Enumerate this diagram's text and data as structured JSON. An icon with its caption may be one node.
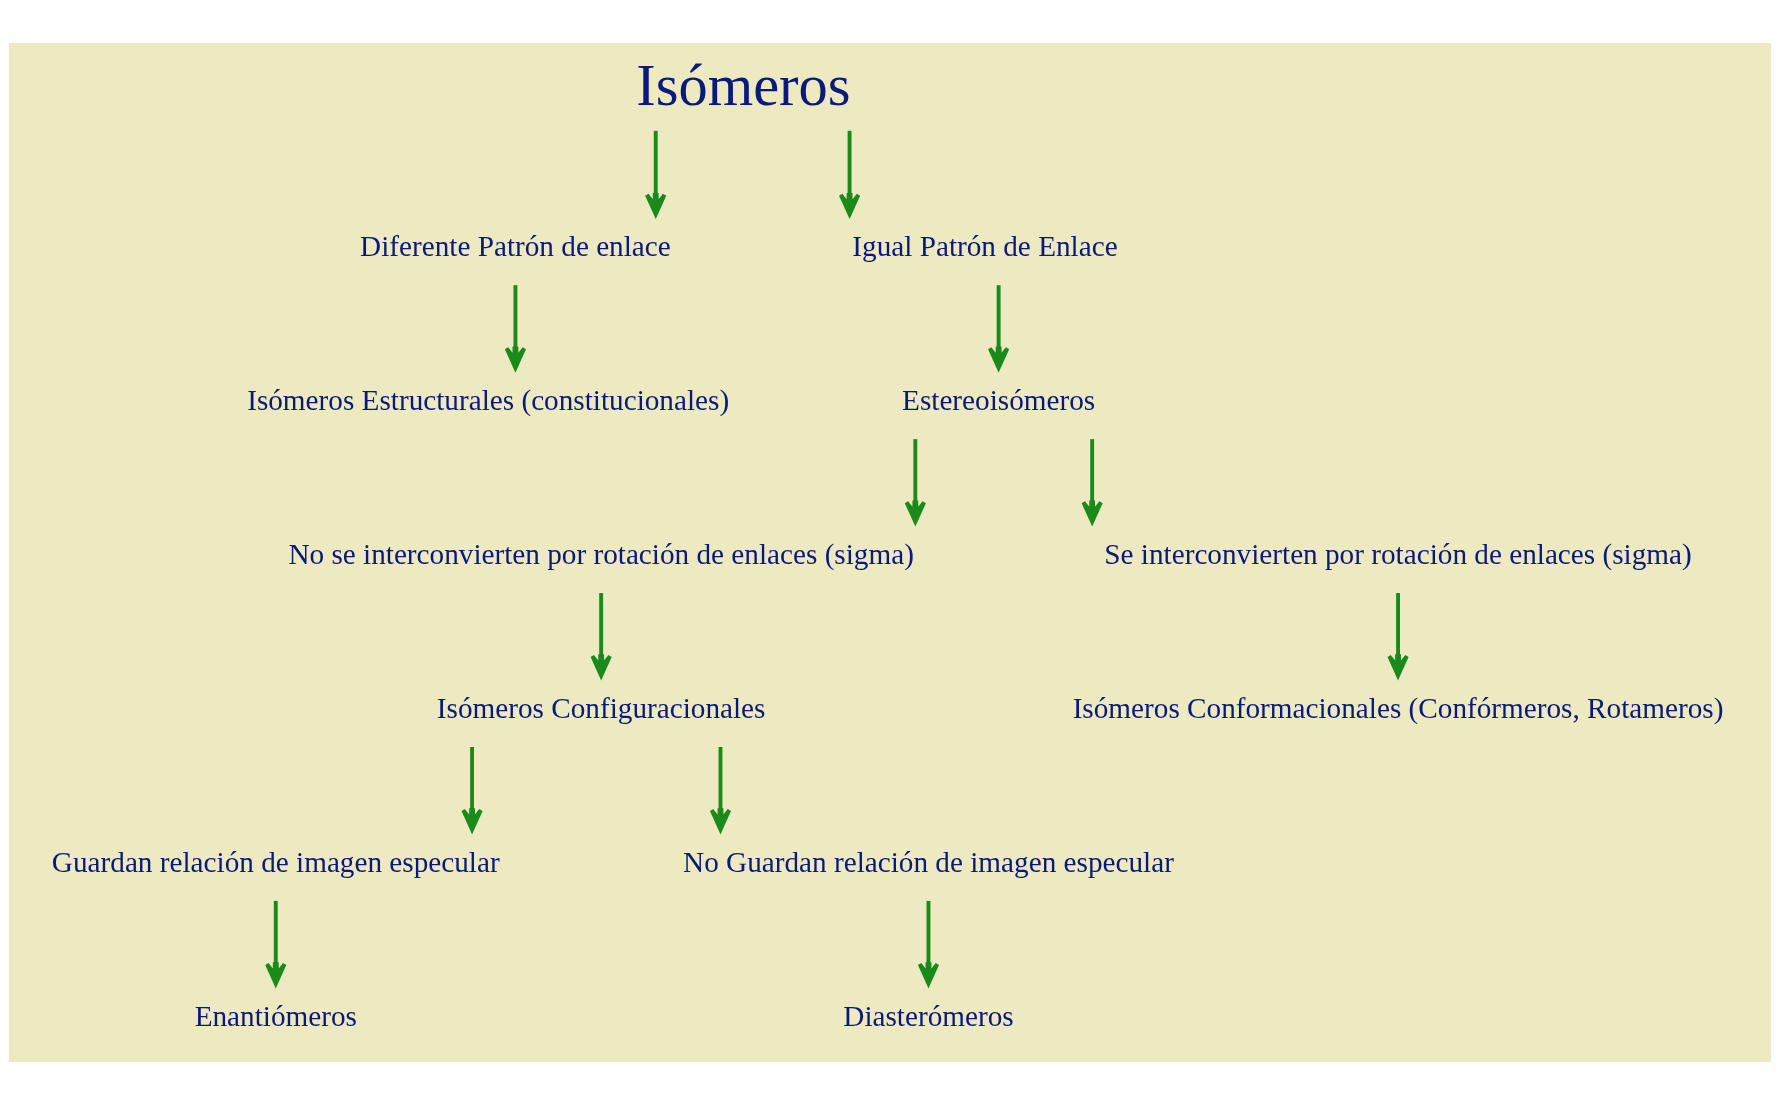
{
  "diagram": {
    "nodes": [
      {
        "text": [
          "Isómeros"
        ]
      },
      {
        "text": [
          "Diferente Patrón de enlace"
        ]
      },
      {
        "text": [
          "Igual Patrón de Enlace"
        ]
      },
      {
        "text": [
          "Isómeros Estructurales (constitucionales)"
        ]
      },
      {
        "text": [
          "Estereoisómeros"
        ]
      },
      {
        "text": [
          "No se interconvierten por rotación de enlaces (sigma)"
        ]
      },
      {
        "text": [
          "Se interconvierten por rotación de enlaces (sigma)"
        ]
      },
      {
        "text": [
          "Isómeros Configuracionales"
        ]
      },
      {
        "text": [
          "Isómeros Conformacionales (Confórmeros, Rotameros)"
        ]
      },
      {
        "text": [
          "Guardan relación de imagen especular"
        ]
      },
      {
        "text": [
          "No Guardan relación de imagen especular"
        ]
      },
      {
        "text": [
          "Enantiómeros"
        ]
      },
      {
        "text": [
          "Diasterómeros"
        ]
      }
    ],
    "edges": [
      {
        "from": 0,
        "to": 1,
        "arrow": "to"
      },
      {
        "from": 0,
        "to": 2,
        "arrow": "to"
      },
      {
        "from": 1,
        "to": 3,
        "arrow": "to"
      },
      {
        "from": 2,
        "to": 4,
        "arrow": "to"
      },
      {
        "from": 4,
        "to": 5,
        "arrow": "to"
      },
      {
        "from": 4,
        "to": 6,
        "arrow": "to"
      },
      {
        "from": 5,
        "to": 7,
        "arrow": "to"
      },
      {
        "from": 6,
        "to": 8,
        "arrow": "to"
      },
      {
        "from": 7,
        "to": 9,
        "arrow": "to"
      },
      {
        "from": 7,
        "to": 10,
        "arrow": "to"
      },
      {
        "from": 9,
        "to": 11,
        "arrow": "to"
      },
      {
        "from": 10,
        "to": 12,
        "arrow": "to"
      }
    ]
  }
}
